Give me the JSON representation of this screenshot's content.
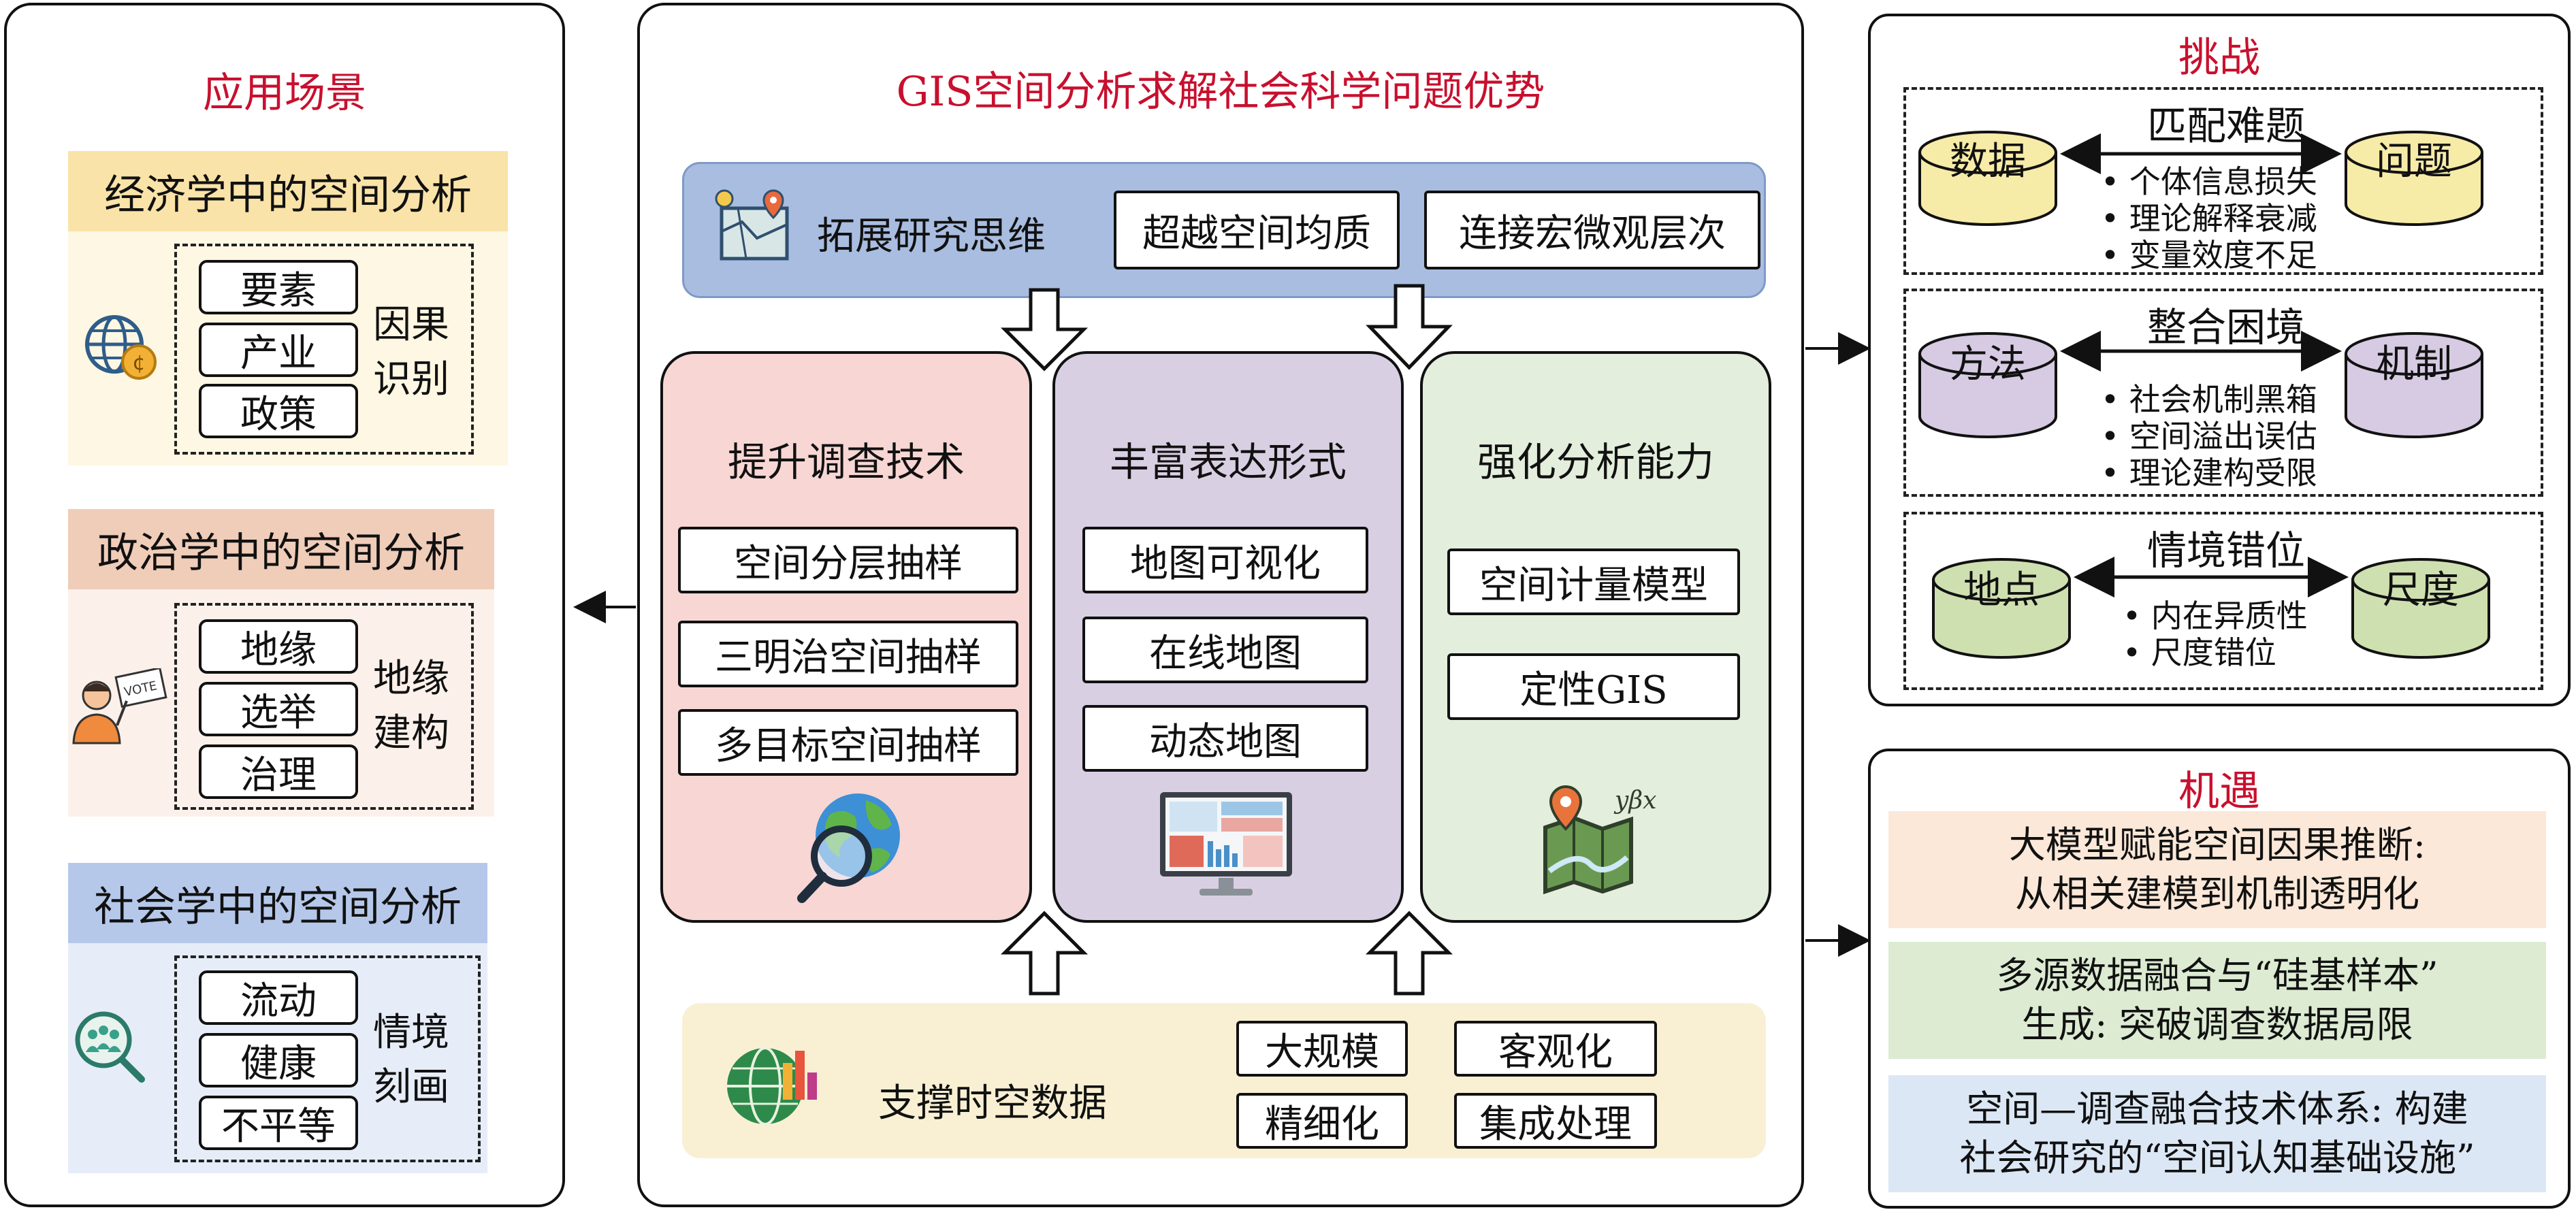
{
  "left": {
    "title": "应用场景",
    "sections": [
      {
        "heading": "经济学中的空间分析",
        "items": [
          "要素",
          "产业",
          "政策"
        ],
        "side": [
          "因果",
          "识别"
        ],
        "color": "#f9e3a8",
        "bg": "#fdf7e3"
      },
      {
        "heading": "政治学中的空间分析",
        "items": [
          "地缘",
          "选举",
          "治理"
        ],
        "side": [
          "地缘",
          "建构"
        ],
        "color": "#f0cdb9",
        "bg": "#fcf1ea"
      },
      {
        "heading": "社会学中的空间分析",
        "items": [
          "流动",
          "健康",
          "不平等"
        ],
        "side": [
          "情境",
          "刻画"
        ],
        "color": "#b6c8ea",
        "bg": "#e6edf8"
      }
    ],
    "icons": [
      "globe-coin-icon",
      "voter-icon",
      "people-magnifier-icon"
    ],
    "vote_label": "VOTE"
  },
  "center": {
    "title": "GIS空间分析求解社会科学问题优势",
    "top": {
      "label": "拓展研究思维",
      "boxes": [
        "超越空间均质",
        "连接宏微观层次"
      ]
    },
    "columns": [
      {
        "title": "提升调查技术",
        "items": [
          "空间分层抽样",
          "三明治空间抽样",
          "多目标空间抽样"
        ],
        "bg": "#f7d6d4"
      },
      {
        "title": "丰富表达形式",
        "items": [
          "地图可视化",
          "在线地图",
          "动态地图"
        ],
        "bg": "#d9cfe3"
      },
      {
        "title": "强化分析能力",
        "items": [
          "空间计量模型",
          "定性GIS"
        ],
        "bg": "#e3eedc"
      }
    ],
    "map_formula": "yβx",
    "bottom": {
      "label": "支撑时空数据",
      "boxes": [
        "大规模",
        "客观化",
        "精细化",
        "集成处理"
      ]
    }
  },
  "challenges": {
    "title": "挑战",
    "groups": [
      {
        "heading": "匹配难题",
        "left": "数据",
        "right": "问题",
        "bullets": [
          "• 个体信息损失",
          "• 理论解释衰减",
          "• 变量效度不足"
        ],
        "color": "#f7eba8"
      },
      {
        "heading": "整合困境",
        "left": "方法",
        "right": "机制",
        "bullets": [
          "• 社会机制黑箱",
          "• 空间溢出误估",
          "• 理论建构受限"
        ],
        "color": "#d6cbe2"
      },
      {
        "heading": "情境错位",
        "left": "地点",
        "right": "尺度",
        "bullets": [
          "• 内在异质性",
          "• 尺度错位"
        ],
        "color": "#cfe0b0"
      }
    ]
  },
  "opportunities": {
    "title": "机遇",
    "items": [
      {
        "lines": [
          "大模型赋能空间因果推断:",
          "从相关建模到机制透明化"
        ],
        "bg": "#fbe8d8"
      },
      {
        "lines": [
          "多源数据融合与“硅基样本”",
          "生成: 突破调查数据局限"
        ],
        "bg": "#dcebd2"
      },
      {
        "lines": [
          "空间—调查融合技术体系: 构建",
          "社会研究的“空间认知基础设施”"
        ],
        "bg": "#dce7f5"
      }
    ]
  }
}
